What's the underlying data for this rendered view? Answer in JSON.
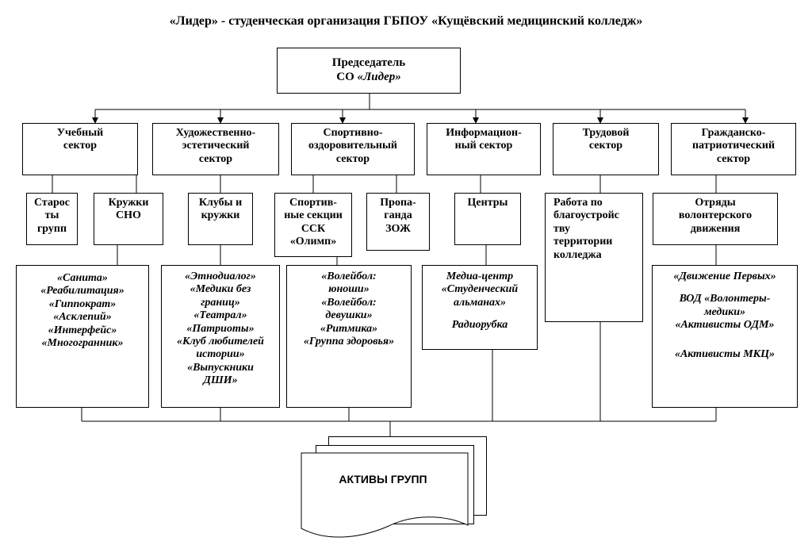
{
  "title": "«Лидер» - студенческая организация ГБПОУ «Кущёвский медицинский колледж»",
  "chairman": {
    "line1": "Председатель",
    "line2_prefix": "СО ",
    "line2_name": "«Лидер»"
  },
  "sectors": [
    {
      "lines": [
        "Учебный",
        "сектор"
      ]
    },
    {
      "lines": [
        "Художественно-",
        "эстетический",
        "сектор"
      ]
    },
    {
      "lines": [
        "Спортивно-",
        "оздоровительный",
        "сектор"
      ]
    },
    {
      "lines": [
        "Информацион-",
        "ный сектор"
      ]
    },
    {
      "lines": [
        "Трудовой",
        "сектор"
      ]
    },
    {
      "lines": [
        "Гражданско-",
        "патриотический",
        "сектор"
      ]
    }
  ],
  "subunits": [
    {
      "lines": [
        "Старос",
        "ты",
        "групп"
      ]
    },
    {
      "lines": [
        "Кружки",
        "СНО"
      ]
    },
    {
      "lines": [
        "Клубы и",
        "кружки"
      ]
    },
    {
      "lines": [
        "Спортив-",
        "ные секции",
        "ССК",
        "«Олимп»"
      ]
    },
    {
      "lines": [
        "Пропа-",
        "ганда",
        "ЗОЖ"
      ]
    },
    {
      "lines": [
        "Центры"
      ]
    },
    {
      "lines": [
        "Работа по",
        "благоустройс",
        "тву",
        "территории",
        "колледжа"
      ]
    },
    {
      "lines": [
        "Отряды",
        "волонтерского",
        "движения"
      ]
    }
  ],
  "lists": [
    {
      "lines": [
        "«Санита»",
        "«Реабилитация»",
        "«Гиппократ»",
        "«Асклепий»",
        "«Интерфейс»",
        "«Многогранник»"
      ]
    },
    {
      "lines": [
        "«Этнодиалог»",
        "«Медики без",
        "границ»",
        "«Театрал»",
        "«Патриоты»",
        "«Клуб любителей",
        "истории»",
        "«Выпускники",
        "ДШИ»"
      ]
    },
    {
      "lines": [
        "«Волейбол:",
        "юноши»",
        "«Волейбол:",
        "девушки»",
        "«Ритмика»",
        "«Группа здоровья»"
      ]
    },
    {
      "lines": [
        "Медиа-центр",
        "«Студенческий",
        "альманах»",
        "",
        "Радиорубка"
      ]
    },
    {
      "lines": [
        "«Движение Первых»",
        "",
        "ВОД «Волонтеры-",
        "медики»",
        "«Активисты ОДМ»",
        "",
        "«Активисты МКЦ»"
      ]
    }
  ],
  "assets": {
    "label": "АКТИВЫ ГРУПП"
  }
}
